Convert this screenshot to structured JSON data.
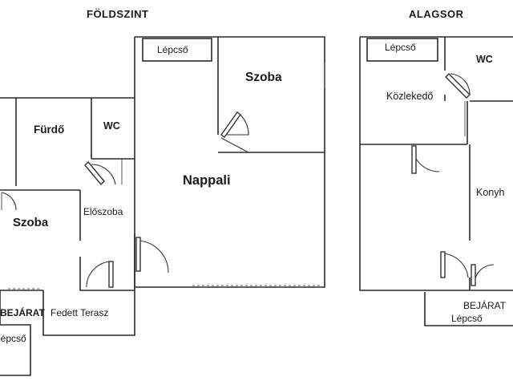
{
  "titles": {
    "ground": "FÖLDSZINT",
    "basement": "ALAGSOR"
  },
  "ground_floor": {
    "lepcso_top": "Lépcső",
    "szoba_right": "Szoba",
    "furdo": "Fürdő",
    "wc": "WC",
    "nappali": "Nappali",
    "szoba_left": "Szoba",
    "eloszoba": "Előszoba",
    "bejarat": "BEJÁRAT",
    "fedett_terasz": "Fedett Terasz",
    "lepcso_bottom": "Lépcső"
  },
  "basement": {
    "lepcso": "Lépcső",
    "wc": "WC",
    "kozlekedo": "Közlekedő",
    "konyha": "Konyh",
    "bejarat": "BEJÁRAT",
    "lepcso_bottom": "Lépcső"
  }
}
